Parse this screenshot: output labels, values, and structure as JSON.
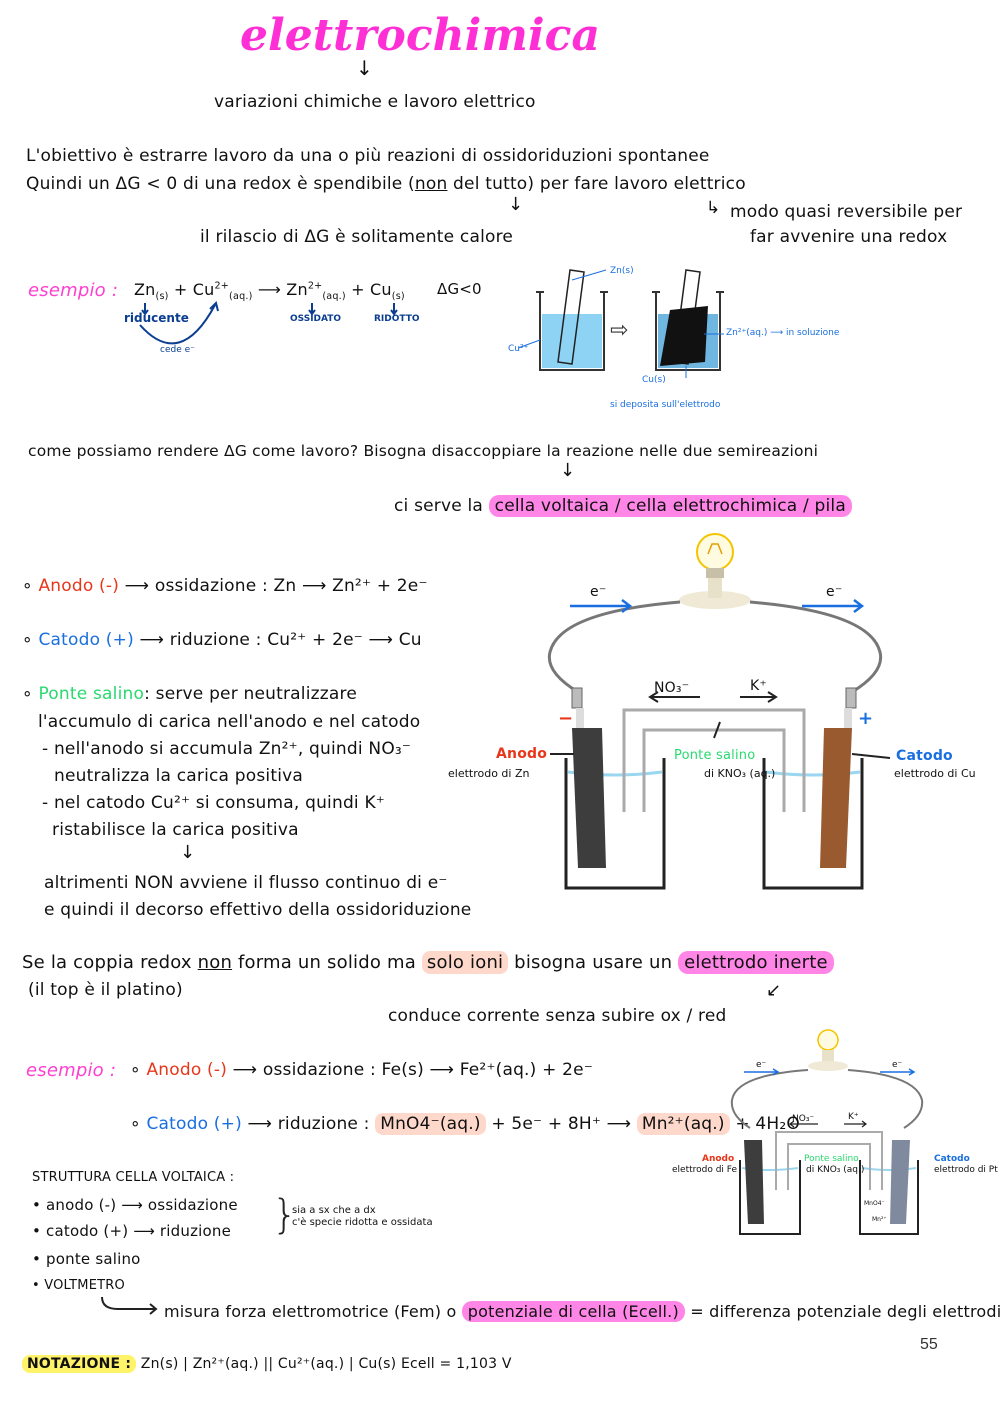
{
  "title": "elettrochimica",
  "subtitle": "variazioni chimiche e lavoro elettrico",
  "intro": {
    "line1": "L'obiettivo è estrarre lavoro da una o più reazioni di ossidoriduzioni spontanee",
    "line2_a": "Quindi un ΔG < 0 di una redox è spendibile (",
    "line2_non": "non",
    "line2_b": " del tutto) per fare lavoro elettrico",
    "branch_right_1": "modo quasi reversibile per",
    "branch_right_2": "far avvenire una redox",
    "branch_down": "il rilascio di ΔG è solitamente calore"
  },
  "example1": {
    "label": "esempio",
    "reagents_a": "Zn",
    "reagents_a_sub": "(s)",
    "reagents_b": " + Cu",
    "reagents_b_sup": "2+",
    "reagents_b_sub": "(aq.)",
    "products_a": "Zn",
    "products_a_sup": "2+",
    "products_a_sub": "(aq.)",
    "products_b": " + Cu",
    "products_b_sub": "(s)",
    "dg": "ΔG<0",
    "riducente": "riducente",
    "cede": "cede e⁻",
    "ossidato": "OSSIDATO",
    "ridotto": "RIDOTTO",
    "beaker_zn": "Zn(s)",
    "beaker_cu": "Cu²⁺",
    "beaker_zn2": "Zn²⁺(aq.)",
    "in_soluzione": "in soluzione",
    "cu_s": "Cu(s)",
    "si_deposita": "si deposita sull'elettrodo"
  },
  "question": {
    "line": "come possiamo rendere ΔG come lavoro? Bisogna disaccoppiare la reazione nelle due semireazioni",
    "answer_prefix": "ci serve la ",
    "answer_highlight": "cella voltaica / cella elettrochimica / pila"
  },
  "cell_list": {
    "anodo_label": "Anodo (-)",
    "anodo_text": " ossidazione : Zn ⟶ Zn²⁺ + 2e⁻",
    "catodo_label": "Catodo (+)",
    "catodo_text": " riduzione : Cu²⁺ + 2e⁻ ⟶ Cu",
    "ponte_label": "Ponte salino",
    "ponte_text": ": serve per neutralizzare",
    "ponte_line2": "l'accumulo di carica nell'anodo e nel catodo",
    "ponte_line3": "- nell'anodo si accumula Zn²⁺, quindi NO₃⁻",
    "ponte_line4": "neutralizza la carica positiva",
    "ponte_line5": "- nel catodo Cu²⁺ si consuma, quindi K⁺",
    "ponte_line6": "ristabilisce la carica positiva",
    "otherwise1": "altrimenti NON avviene il flusso continuo di e⁻",
    "otherwise2": "e quindi il decorso effettivo della ossidoriduzione"
  },
  "diagram1": {
    "e_left": "e⁻",
    "e_right": "e⁻",
    "no3": "NO₃⁻",
    "k": "K⁺",
    "minus": "−",
    "plus": "+",
    "anodo": "Anodo",
    "anodo_sub": "elettrodo di Zn",
    "ponte": "Ponte salino",
    "ponte_sub": "di KNO₃ (aq.)",
    "catodo": "Catodo",
    "catodo_sub": "elettrodo di Cu"
  },
  "inert": {
    "line1_a": "Se la coppia redox ",
    "line1_non": "non",
    "line1_b": " forma un solido ma ",
    "line1_hl": "solo ioni",
    "line1_c": " bisogna usare un ",
    "line1_hl2": "elettrodo inerte",
    "line2": "(il top è il platino)",
    "line3": "conduce corrente senza subire ox / red"
  },
  "example2": {
    "label": "esempio",
    "anodo_label": "Anodo (-)",
    "anodo_text": " ossidazione : Fe(s) ⟶ Fe²⁺(aq.) + 2e⁻",
    "catodo_label": "Catodo (+)",
    "catodo_pre": " riduzione : ",
    "catodo_hl1": "MnO4⁻(aq.)",
    "catodo_mid": " + 5e⁻ + 8H⁺ ⟶ ",
    "catodo_hl2": "Mn²⁺(aq.)",
    "catodo_post": " + 4H₂O"
  },
  "diagram2": {
    "e_left": "e⁻",
    "e_right": "e⁻",
    "no3": "NO₃⁻",
    "k": "K⁺",
    "anodo": "Anodo",
    "anodo_sub": "elettrodo di Fe",
    "ponte": "Ponte salino",
    "ponte_sub": "di KNO₃ (aq.)",
    "catodo": "Catodo",
    "catodo_sub": "elettrodo di Pt",
    "mno4": "MnO4⁻",
    "mn": "Mn²⁺"
  },
  "structure": {
    "heading": "STRUTTURA CELLA VOLTAICA :",
    "item1": "anodo (-) ⟶ ossidazione",
    "item2": "catodo (+) ⟶ riduzione",
    "item3": "ponte salino",
    "item4": "VOLTMETRO",
    "brace_note1": "sia a sx che a dx",
    "brace_note2": "c'è specie ridotta e ossidata",
    "measure_a": "misura forza elettromotrice (Fem) o ",
    "measure_hl": "potenziale di cella (Ecell.)",
    "measure_b": " = differenza potenziale degli elettrodi"
  },
  "notation": {
    "label": "NOTAZIONE :",
    "text": "Zn(s) | Zn²⁺(aq.) || Cu²⁺(aq.) | Cu(s)    Ecell = 1,103 V"
  },
  "page_number": "55",
  "colors": {
    "title": "#ff2fd6",
    "highlight_pink": "#ff86e6",
    "anode": "#e8361a",
    "cathode": "#1a6fe0",
    "bridge": "#2ad96f",
    "electrode_zn": "#3d3d3d",
    "electrode_cu": "#9a5a30"
  }
}
